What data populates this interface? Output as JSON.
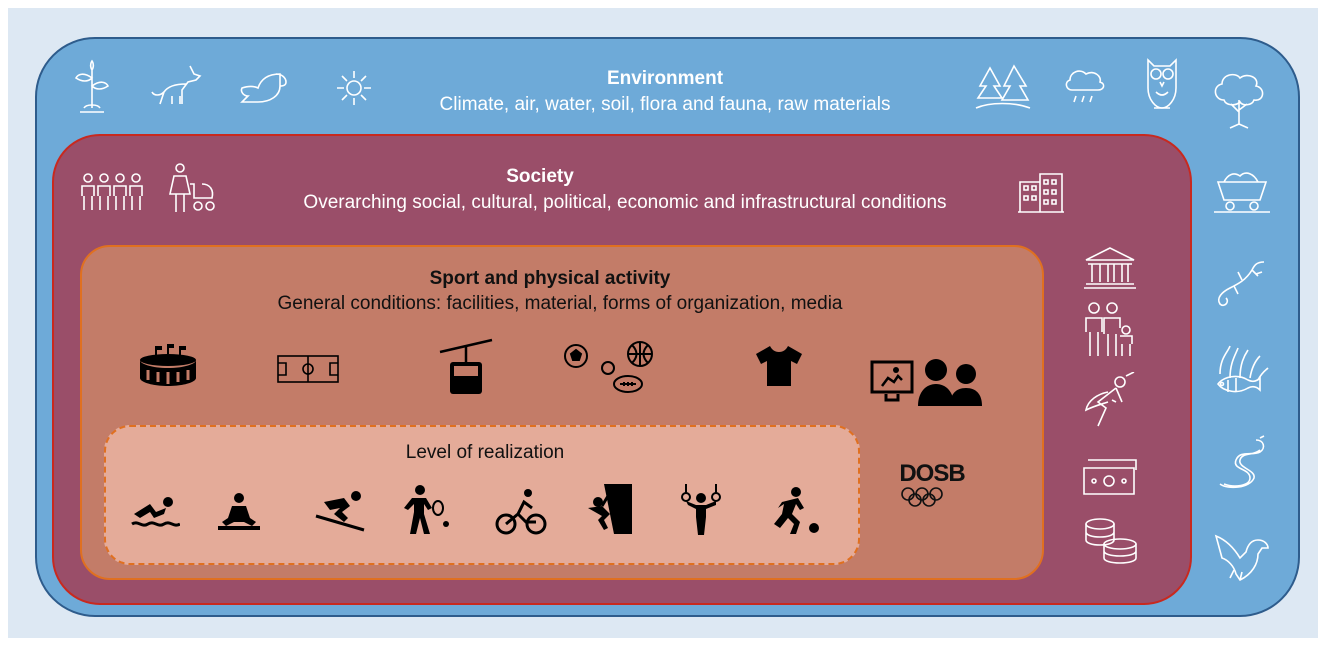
{
  "environment": {
    "title": "Environment",
    "subtitle": "Climate, air, water, soil, flora and fauna, raw materials",
    "icons": [
      "sprout-icon",
      "wolf-icon",
      "beaver-icon",
      "sun-icon",
      "forest-icon",
      "rain-cloud-icon",
      "owl-icon",
      "tree-icon",
      "mine-cart-icon",
      "lizard-icon",
      "clownfish-icon",
      "snake-icon",
      "eagle-icon"
    ]
  },
  "society": {
    "title": "Society",
    "subtitle": "Overarching social, cultural, political, economic and infrastructural conditions",
    "icons": [
      "group-of-people-icon",
      "woman-with-stroller-icon",
      "apartment-building-icon",
      "government-building-icon",
      "family-icon",
      "superhero-icon",
      "banknote-icon",
      "coins-icon"
    ]
  },
  "sport": {
    "title": "Sport and physical activity",
    "subtitle": "General conditions: facilities, material, forms of organization, media",
    "icons": [
      "stadium-icon",
      "football-pitch-icon",
      "cable-car-icon",
      "balls-icon",
      "jersey-icon",
      "sports-broadcast-icon"
    ],
    "logo_text": "DOSB"
  },
  "realization": {
    "title": "Level of realization",
    "icons": [
      "swimming-icon",
      "yoga-icon",
      "skiing-icon",
      "tennis-icon",
      "cycling-icon",
      "climbing-icon",
      "gymnastics-rings-icon",
      "soccer-player-icon"
    ]
  },
  "colors": {
    "background": "#dde8f3",
    "environment_fill": "#6eaad8",
    "society_fill": "#9a4e69",
    "sport_fill": "#c37c68",
    "realization_fill": "#e4ab99",
    "accent_orange": "#e07020",
    "accent_red": "#c8291f"
  }
}
